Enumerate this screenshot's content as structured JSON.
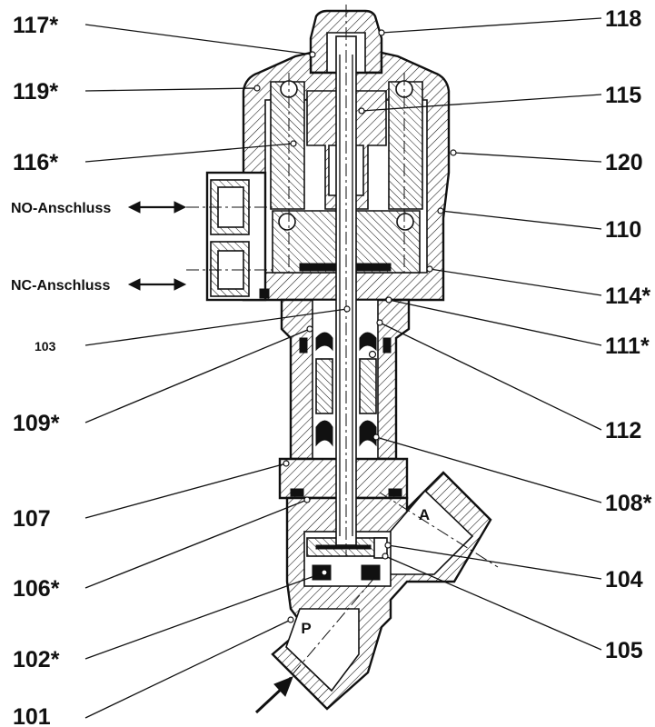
{
  "diagram": {
    "port_labels": {
      "p": "P",
      "a": "A"
    },
    "connections": {
      "no": "NO-Anschluss",
      "nc": "NC-Anschluss"
    },
    "callouts": {
      "c101": "101",
      "c102": "102*",
      "c103": "103",
      "c104": "104",
      "c105": "105",
      "c106": "106*",
      "c107": "107",
      "c108": "108*",
      "c109": "109*",
      "c110": "110",
      "c111": "111*",
      "c112": "112",
      "c114": "114*",
      "c115": "115",
      "c116": "116*",
      "c117": "117*",
      "c118": "118",
      "c119": "119*",
      "c120": "120"
    }
  }
}
